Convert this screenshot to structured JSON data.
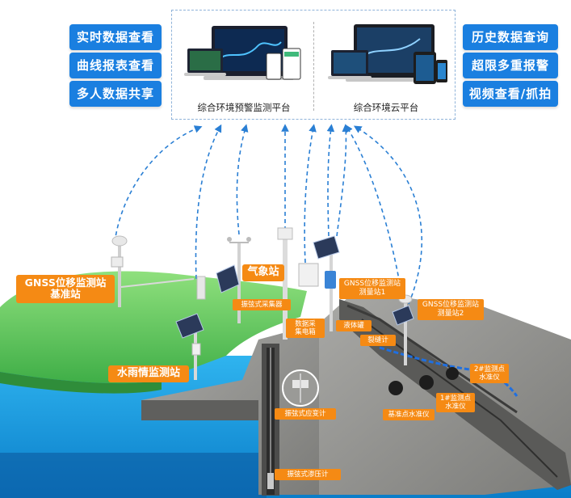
{
  "left_features": [
    "实时数据查看",
    "曲线报表查看",
    "多人数据共享"
  ],
  "right_features": [
    "历史数据查询",
    "超限多重报警",
    "视频查看/抓拍"
  ],
  "platforms": {
    "left_caption": "综合环境预警监测平台",
    "right_caption": "综合环境云平台"
  },
  "stations": {
    "gnss_base": "GNSS位移监测站\n基准站",
    "weather": "气象站",
    "rain": "水雨情监测站",
    "gnss_1": "GNSS位移监测站\n测量站1",
    "gnss_2": "GNSS位移监测站\n测量站2"
  },
  "devices": {
    "vw_collector": "振弦式采集器",
    "data_box": "数据采\n集电箱",
    "liquid_tank": "液体罐",
    "crack_meter": "裂缝计",
    "vw_strain": "振弦式应变计",
    "base_level": "基准点水准仪",
    "level_1": "1#监测点\n水准仪",
    "level_2": "2#监测点\n水准仪",
    "vw_piezometer": "振弦式渗压计"
  },
  "colors": {
    "button_blue": "#1a7fe0",
    "label_orange": "#f58a14",
    "grass_green": "#5cc95a",
    "water_blue": "#1aa0e6",
    "concrete": "#8a8a88"
  }
}
